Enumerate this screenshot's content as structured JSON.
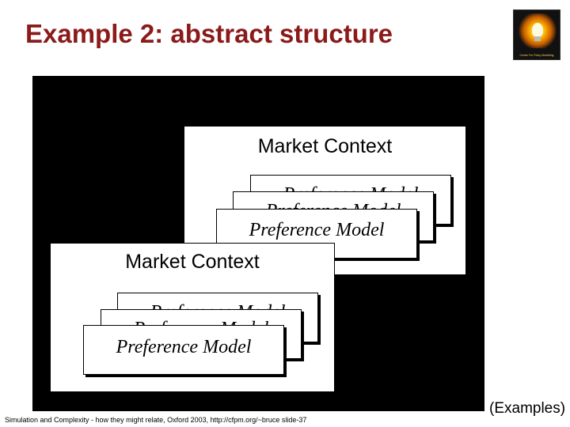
{
  "slide": {
    "title": "Example 2: abstract structure",
    "footer": "Simulation and Complexity - how they might relate, Oxford 2003, http://cfpm.org/~bruce slide-37",
    "corner_note": "(Examples)"
  },
  "logo": {
    "caption": "Centre For Policy Modelling"
  },
  "diagram": {
    "contexts": [
      {
        "title": "Market Context",
        "models": [
          "Preference Model",
          "Preference Model",
          "Preference Model"
        ]
      },
      {
        "title": "Market Context",
        "models": [
          "Preference Model",
          "Preference Model",
          "Preference Model"
        ]
      }
    ]
  }
}
